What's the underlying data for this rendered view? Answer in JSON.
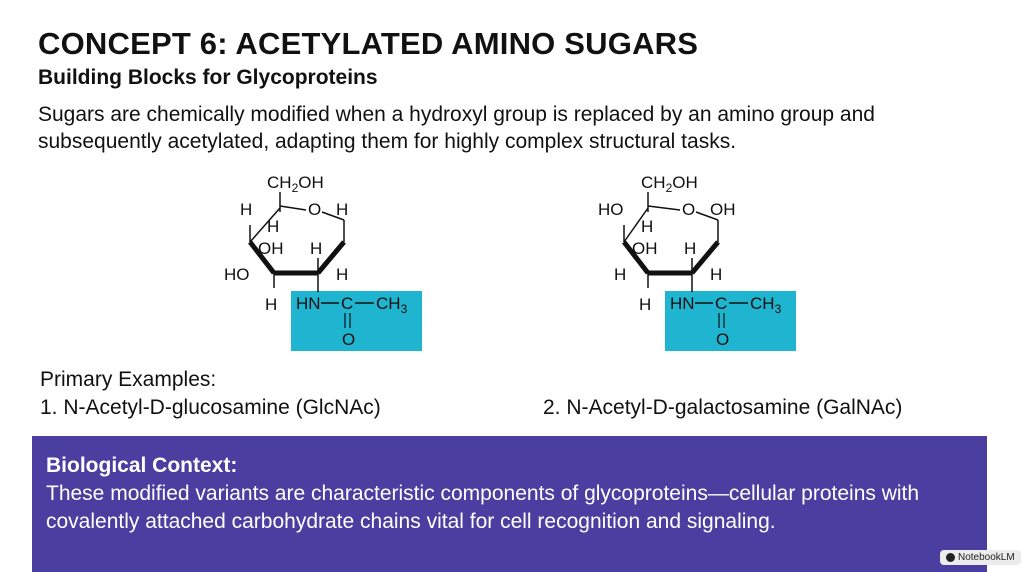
{
  "header": {
    "title": "CONCEPT 6: ACETYLATED AMINO SUGARS",
    "subtitle": "Building Blocks for Glycoproteins",
    "intro": "Sugars are chemically modified when a hydroxyl group is replaced by an amino group and subsequently acetylated, adapting them for highly complex structural tasks."
  },
  "structures": [
    {
      "ch2oh_main": "CH",
      "ch2oh_sub": "2",
      "ch2oh_tail": "OH",
      "ring_o": "O",
      "c4_left": "H",
      "c4_inner": "H",
      "c1_right": "H",
      "c3_left_top": "OH",
      "c3_inner_h": "H",
      "c3_left": "HO",
      "c2_right": "H",
      "c2_bottom_h": "H",
      "hn": "HN",
      "c": "C",
      "ch3_main": "CH",
      "ch3_sub": "3",
      "carbonyl_o": "O"
    },
    {
      "ch2oh_main": "CH",
      "ch2oh_sub": "2",
      "ch2oh_tail": "OH",
      "ring_o": "O",
      "c4_left": "HO",
      "c4_inner": "H",
      "c1_right": "OH",
      "c3_left_top": "OH",
      "c3_inner_h": "H",
      "c3_left": "H",
      "c2_right": "H",
      "c2_bottom_h": "H",
      "hn": "HN",
      "c": "C",
      "ch3_main": "CH",
      "ch3_sub": "3",
      "carbonyl_o": "O"
    }
  ],
  "examples": {
    "heading": "Primary Examples:",
    "item1": "1. N-Acetyl-D-glucosamine (GlcNAc)",
    "item2": "2. N-Acetyl-D-galactosamine (GalNAc)"
  },
  "context": {
    "title": "Biological Context:",
    "body": "These modified variants are characteristic components of glycoproteins—cellular proteins with covalently attached carbohydrate chains vital for cell recognition and signaling."
  },
  "badge": {
    "label": "NotebookLM"
  },
  "colors": {
    "highlight": "#1fb4cf",
    "context_bg": "#4a3fa0"
  }
}
